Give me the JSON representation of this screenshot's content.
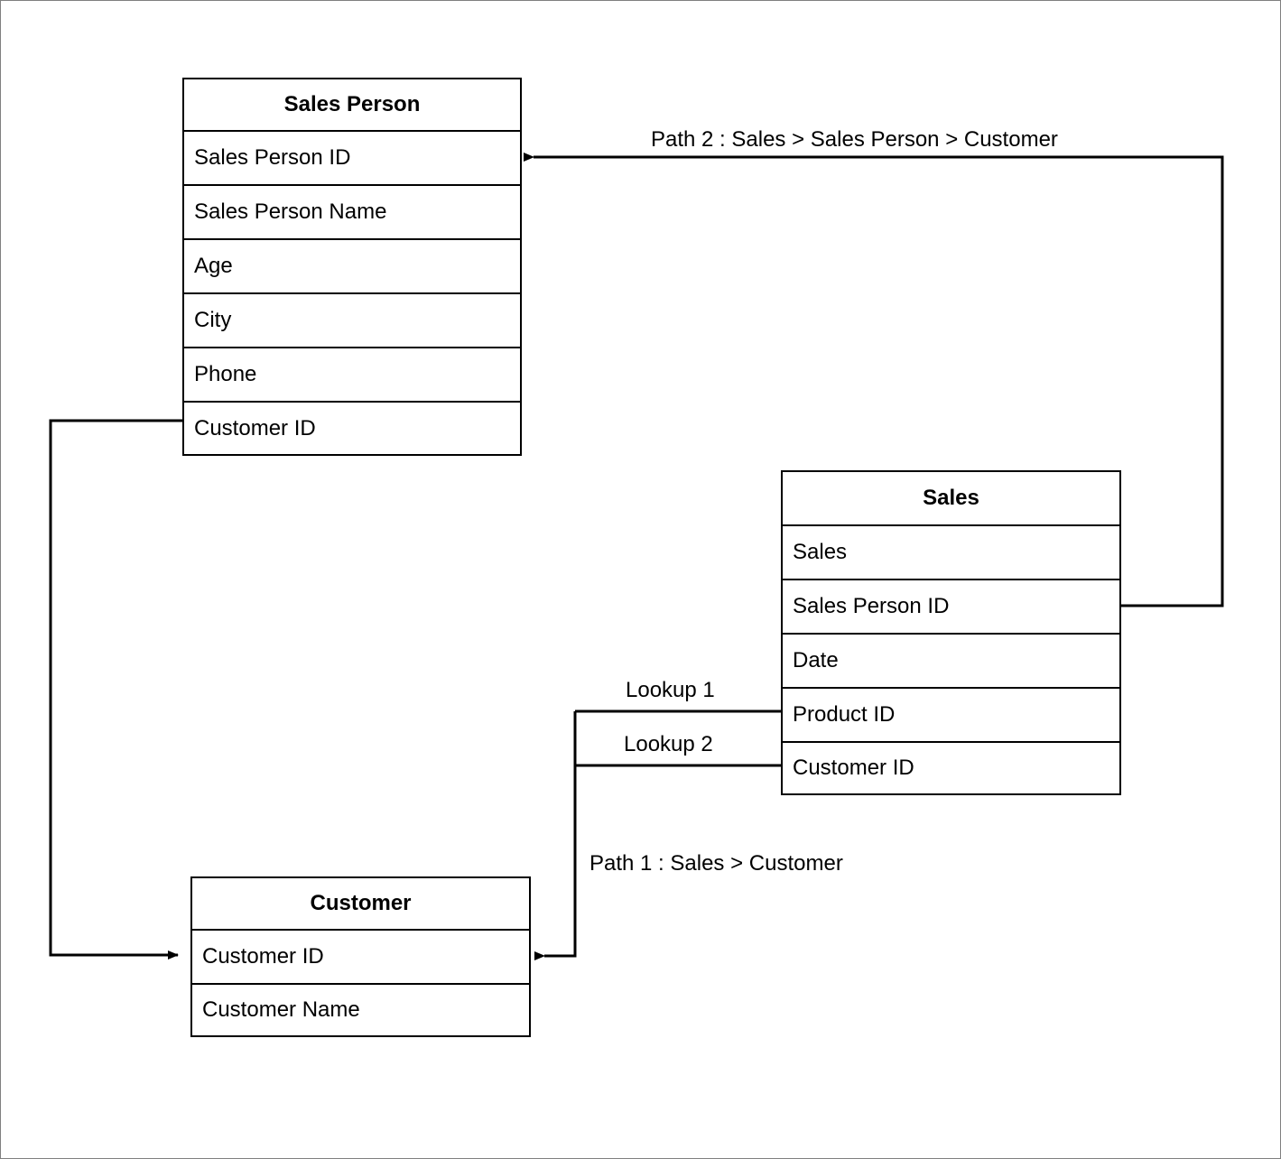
{
  "diagram": {
    "title": "Entity relationship path diagram",
    "background_color": "#ffffff",
    "line_color": "#000000",
    "border_color": "#808080"
  },
  "entities": [
    {
      "id": "sales-person",
      "name": "Sales Person",
      "fields": [
        "Sales Person ID",
        "Sales Person Name",
        "Age",
        "City",
        "Phone",
        "Customer ID"
      ]
    },
    {
      "id": "sales",
      "name": "Sales",
      "fields": [
        "Sales",
        "Sales Person ID",
        "Date",
        "Product ID",
        "Customer ID"
      ]
    },
    {
      "id": "customer",
      "name": "Customer",
      "fields": [
        "Customer ID",
        "Customer Name"
      ]
    }
  ],
  "edge_labels": {
    "path2": "Path 2 : Sales > Sales Person > Customer",
    "lookup1": "Lookup 1",
    "lookup2": "Lookup 2",
    "path1": "Path 1 : Sales > Customer"
  },
  "connectors": [
    {
      "name": "sales-to-sales-person",
      "label": "Path 2 : Sales > Sales Person > Customer",
      "from": "Sales.Sales Person ID",
      "to": "Sales Person.Sales Person ID",
      "arrow": "to"
    },
    {
      "name": "sales-person-to-customer",
      "label": "Path 2 : Sales > Sales Person > Customer",
      "from": "Sales Person.Customer ID",
      "to": "Customer.Customer ID",
      "arrow": "to"
    },
    {
      "name": "sales-product-lookup",
      "label": "Lookup 1",
      "from": "Sales.Product ID",
      "to": "Customer.Customer ID",
      "arrow": "to"
    },
    {
      "name": "sales-customer-lookup",
      "label": "Lookup 2",
      "from": "Sales.Customer ID",
      "to": "Customer.Customer ID",
      "arrow": "to"
    }
  ]
}
